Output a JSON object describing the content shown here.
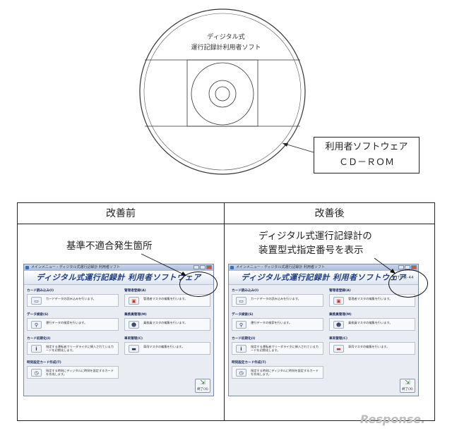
{
  "cd": {
    "label_line1": "ディジタル式",
    "label_line2": "運行記録計利用者ソフト",
    "callout_line1": "利用者ソフトウェア",
    "callout_line2": "ＣＤ－ＲＯＭ"
  },
  "table": {
    "before_header": "改善前",
    "after_header": "改善後",
    "before_annotation": "基準不適合発生箇所",
    "after_annotation_line1": "ディジタル式運行記録計の",
    "after_annotation_line2": "装置型式指定番号を表示"
  },
  "app": {
    "window_title": "メインメニュー - ディジタル式運行記録計 利用者ソフト",
    "banner": "ディジタル式運行記録計 利用者ソフトウェア",
    "model_number": "TD第-44",
    "groups": {
      "card_read": {
        "title": "カード読み込み(I)",
        "desc": "カードデータの読み込みを行います。",
        "icon": "card-reader-icon"
      },
      "data_search": {
        "title": "データ検索(S)",
        "desc": "運行データの検索を行います。",
        "icon": "magnifier-icon"
      },
      "card_init": {
        "title": "カード初期化(I)",
        "desc": "指定する運転者でリーダライタに挿入されているカードを初期化します。",
        "icon": "info-icon"
      },
      "time_card": {
        "title": "時刻設定カード作成(T)",
        "desc": "指定する時刻にディジタルに時刻を設定するカードを作成します。",
        "icon": "clock-icon"
      },
      "manager_reg": {
        "title": "管理者登録(A)",
        "desc": "管理者マスタの編集を行います。",
        "icon": "briefcase-icon"
      },
      "office_mgmt": {
        "title": "乗務員管理(M)",
        "desc": "乗務員マスタの編集を行います。",
        "icon": "person-icon"
      },
      "vehicle_mgmt": {
        "title": "車両管理(C)",
        "desc": "車両マスタの編集を行います。",
        "icon": "truck-icon"
      }
    },
    "exit_label": "終了(X)"
  },
  "watermark": "Response."
}
